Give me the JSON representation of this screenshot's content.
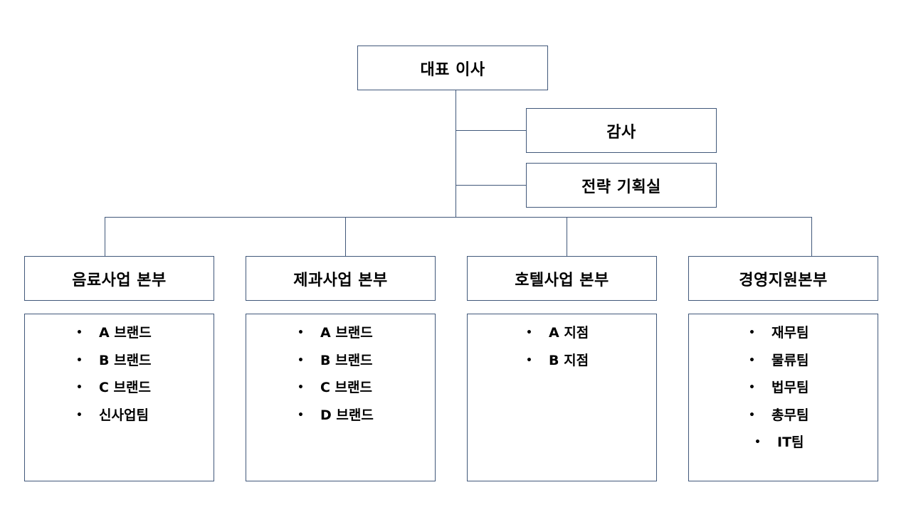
{
  "ceo": {
    "label": "대표 이사"
  },
  "audit": {
    "label": "감사"
  },
  "strategy": {
    "label": "전략 기획실"
  },
  "divisions": [
    {
      "title": "음료사업 본부",
      "items": [
        "A 브랜드",
        "B 브랜드",
        "C 브랜드",
        "신사업팀"
      ]
    },
    {
      "title": "제과사업 본부",
      "items": [
        "A 브랜드",
        "B 브랜드",
        "C 브랜드",
        "D 브랜드"
      ]
    },
    {
      "title": "호텔사업 본부",
      "items": [
        "A 지점",
        "B 지점"
      ]
    },
    {
      "title": "경영지원본부",
      "items": [
        "재무팀",
        "물류팀",
        "법무팀",
        "총무팀",
        "IT팀"
      ]
    }
  ],
  "colors": {
    "border": "#41587a",
    "text": "#000000",
    "background": "#ffffff"
  },
  "bullet_glyph": "•"
}
